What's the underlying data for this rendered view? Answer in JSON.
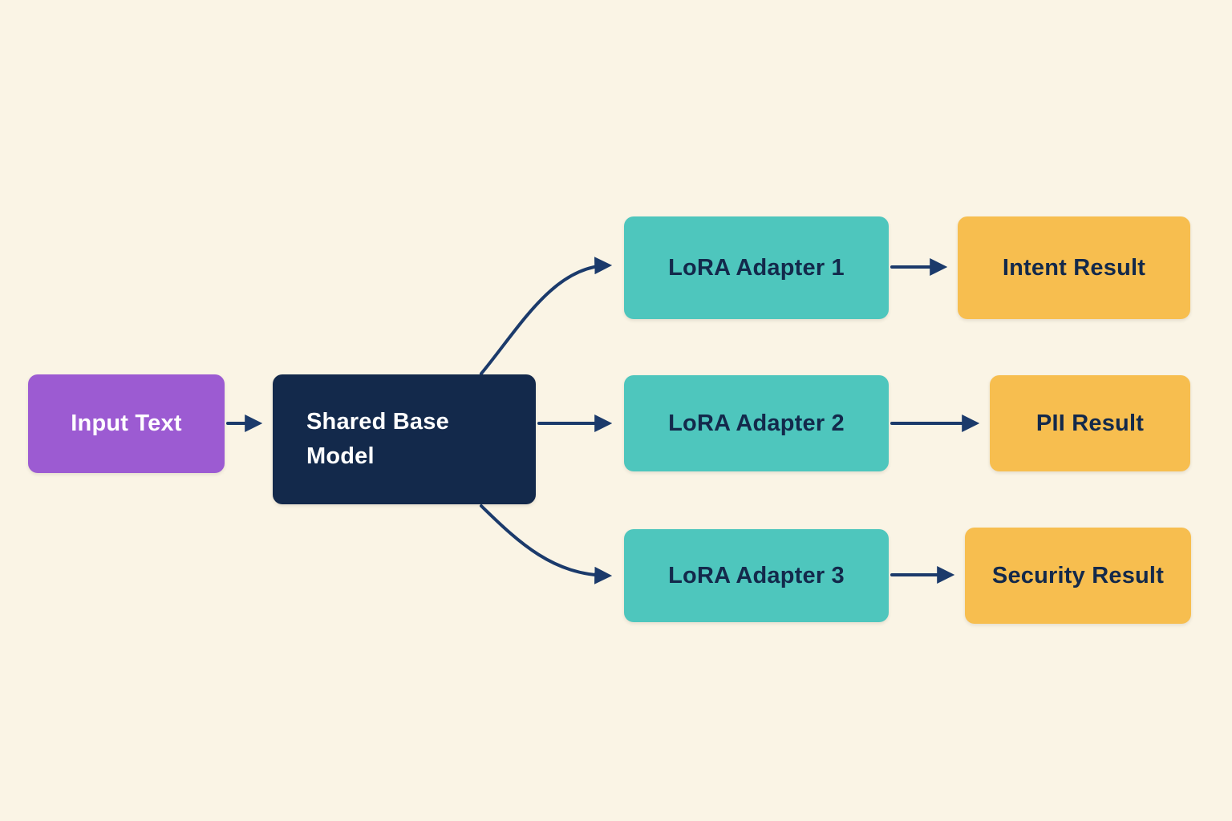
{
  "diagram": {
    "description": "Multi-adapter LoRA inference flow diagram",
    "nodes": {
      "input": {
        "label": "Input Text",
        "role": "input"
      },
      "base": {
        "label": "Shared Base Model",
        "role": "model"
      },
      "adapter1": {
        "label": "LoRA Adapter 1",
        "role": "adapter"
      },
      "adapter2": {
        "label": "LoRA Adapter 2",
        "role": "adapter"
      },
      "adapter3": {
        "label": "LoRA Adapter 3",
        "role": "adapter"
      },
      "intent": {
        "label": "Intent Result",
        "role": "result"
      },
      "pii": {
        "label": "PII Result",
        "role": "result"
      },
      "security": {
        "label": "Security Result",
        "role": "result"
      }
    },
    "edges": [
      {
        "from": "input",
        "to": "base"
      },
      {
        "from": "base",
        "to": "adapter1"
      },
      {
        "from": "base",
        "to": "adapter2"
      },
      {
        "from": "base",
        "to": "adapter3"
      },
      {
        "from": "adapter1",
        "to": "intent"
      },
      {
        "from": "adapter2",
        "to": "pii"
      },
      {
        "from": "adapter3",
        "to": "security"
      }
    ],
    "colors": {
      "background": "#FAF4E5",
      "input_node": "#9C5BD2",
      "base_node": "#13294B",
      "adapter_node": "#4EC6BD",
      "result_node": "#F7BE4F",
      "arrow": "#1B3A6B",
      "text_on_dark": "#FFFFFF",
      "text_on_light": "#13294B"
    }
  }
}
